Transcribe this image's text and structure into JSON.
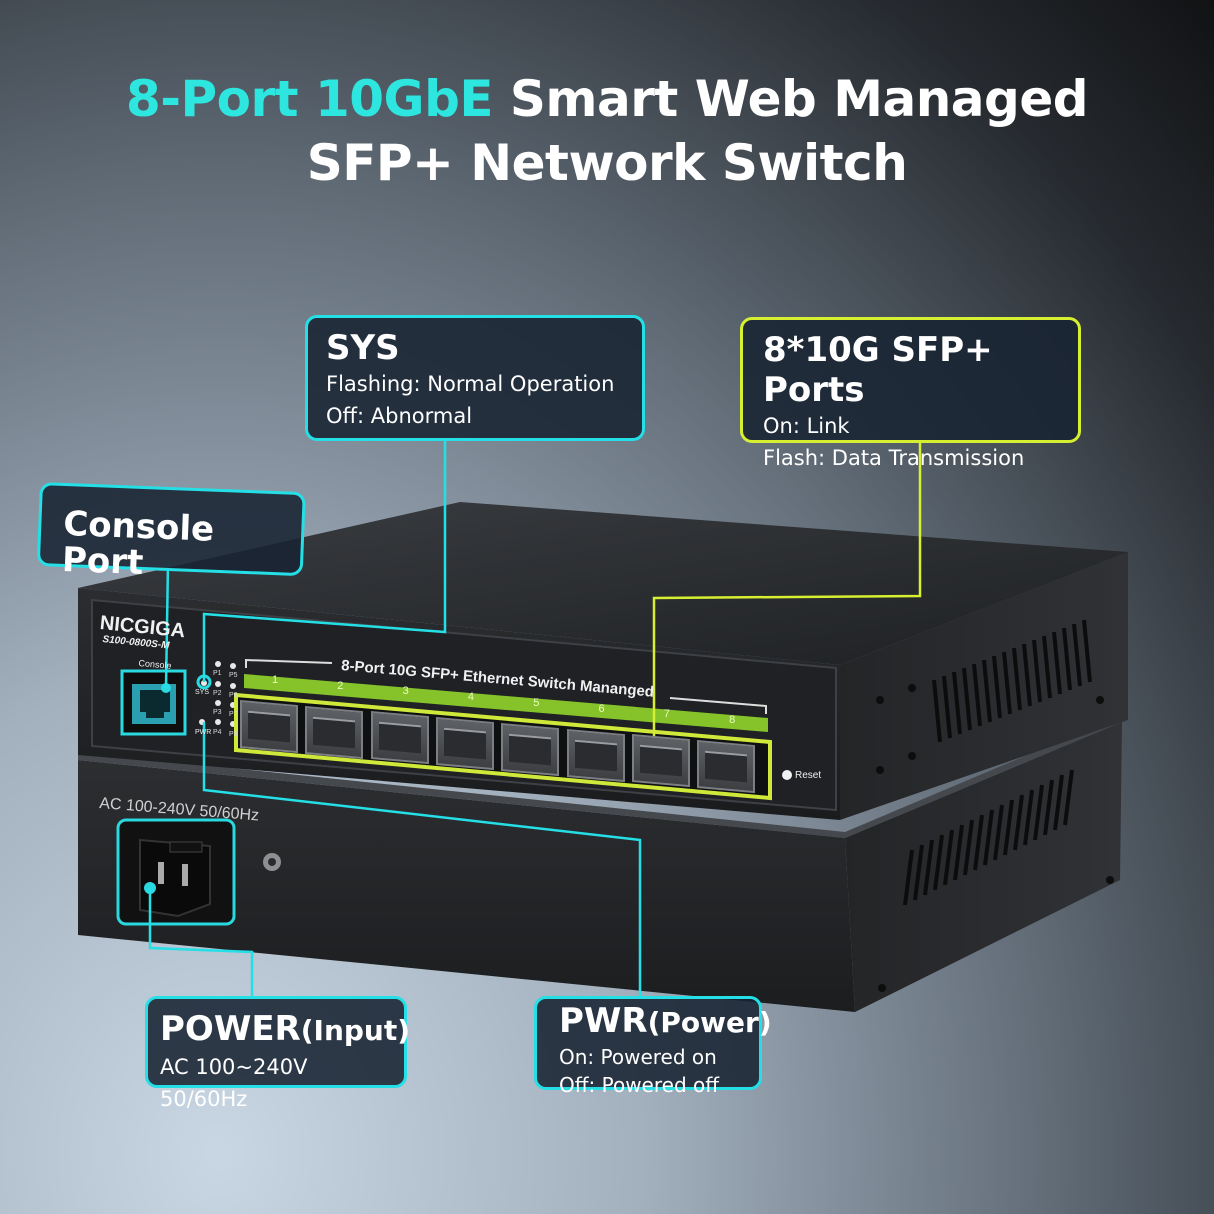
{
  "headline": {
    "line1_accent": "8-Port 10GbE",
    "line1_rest": " Smart Web Managed",
    "line2": "SFP+ Network Switch"
  },
  "callouts": {
    "sys": {
      "title": "SYS",
      "lines": [
        "Flashing: Normal Operation",
        "Off: Abnormal"
      ]
    },
    "sfp": {
      "title": "8*10G SFP+ Ports",
      "lines": [
        "On: Link",
        "Flash: Data Transmission"
      ]
    },
    "console": {
      "title": "Console Port"
    },
    "power": {
      "title": "POWER",
      "title_small": "(Input)",
      "line": "AC 100~240V 50/60Hz"
    },
    "pwr": {
      "title": "PWR",
      "title_small": "(Power)",
      "lines": [
        "On: Powered on",
        "Off: Powered off"
      ]
    }
  },
  "device": {
    "brand": "NICGIGA",
    "model": "S100-0800S-M",
    "console_label": "Console",
    "panel_title": "8-Port 10G SFP+ Ethernet Switch Mananged",
    "port_numbers": [
      "1",
      "2",
      "3",
      "4",
      "5",
      "6",
      "7",
      "8"
    ],
    "led_labels_left": [
      "P1",
      "P2",
      "P3",
      "P4"
    ],
    "led_labels_right": [
      "P5",
      "P6",
      "P7",
      "P8"
    ],
    "sys_label": "SYS",
    "pwr_label": "PWR",
    "reset_label": "Reset",
    "ac_label": "AC 100-240V 50/60Hz"
  },
  "colors": {
    "cyan": "#25dfe6",
    "lime": "#d7ef31",
    "headline_accent": "#2ee6e0"
  }
}
